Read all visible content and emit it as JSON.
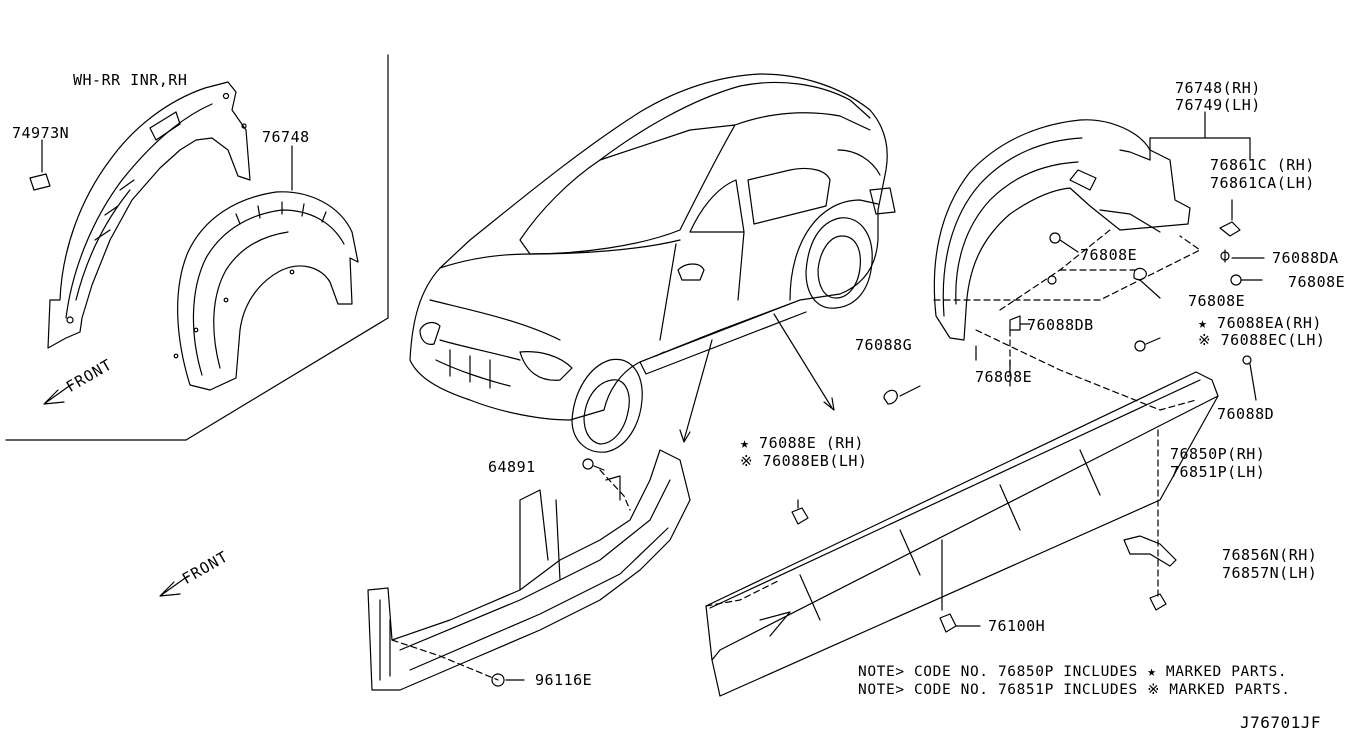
{
  "labels": {
    "wh_rr": "WH-RR INR,RH",
    "p74973n": "74973N",
    "p76748_left": "76748",
    "p76748_rh": "76748(RH)",
    "p76749_lh": "76749(LH)",
    "p76861c_rh": "76861C  (RH)",
    "p76861ca_lh": "76861CA(LH)",
    "p76808e_a": "76808E",
    "p76088da": "76088DA",
    "p76808e_b": "76808E",
    "p76808e_c": "76808E",
    "p76088db": "76088DB",
    "p76088g": "76088G",
    "p76808e_d": "76808E",
    "p76088ea_rh": "★ 76088EA(RH)",
    "p76088ec_lh": "※ 76088EC(LH)",
    "p76088d": "76088D",
    "p76850p_rh": "76850P(RH)",
    "p76851p_lh": "76851P(LH)",
    "p76088e_rh": "★ 76088E  (RH)",
    "p76088eb_lh": "※ 76088EB(LH)",
    "p64891": "64891",
    "p76856n_rh": "76856N(RH)",
    "p76857n_lh": "76857N(LH)",
    "p76100h": "76100H",
    "p96116e": "96116E",
    "front_top": "FRONT",
    "front_bottom": "FRONT"
  },
  "notes": {
    "line1": "NOTE> CODE NO. 76850P INCLUDES ★ MARKED PARTS.",
    "line2": "NOTE> CODE NO. 76851P INCLUDES ※ MARKED PARTS."
  },
  "diagram_code": "J76701JF"
}
